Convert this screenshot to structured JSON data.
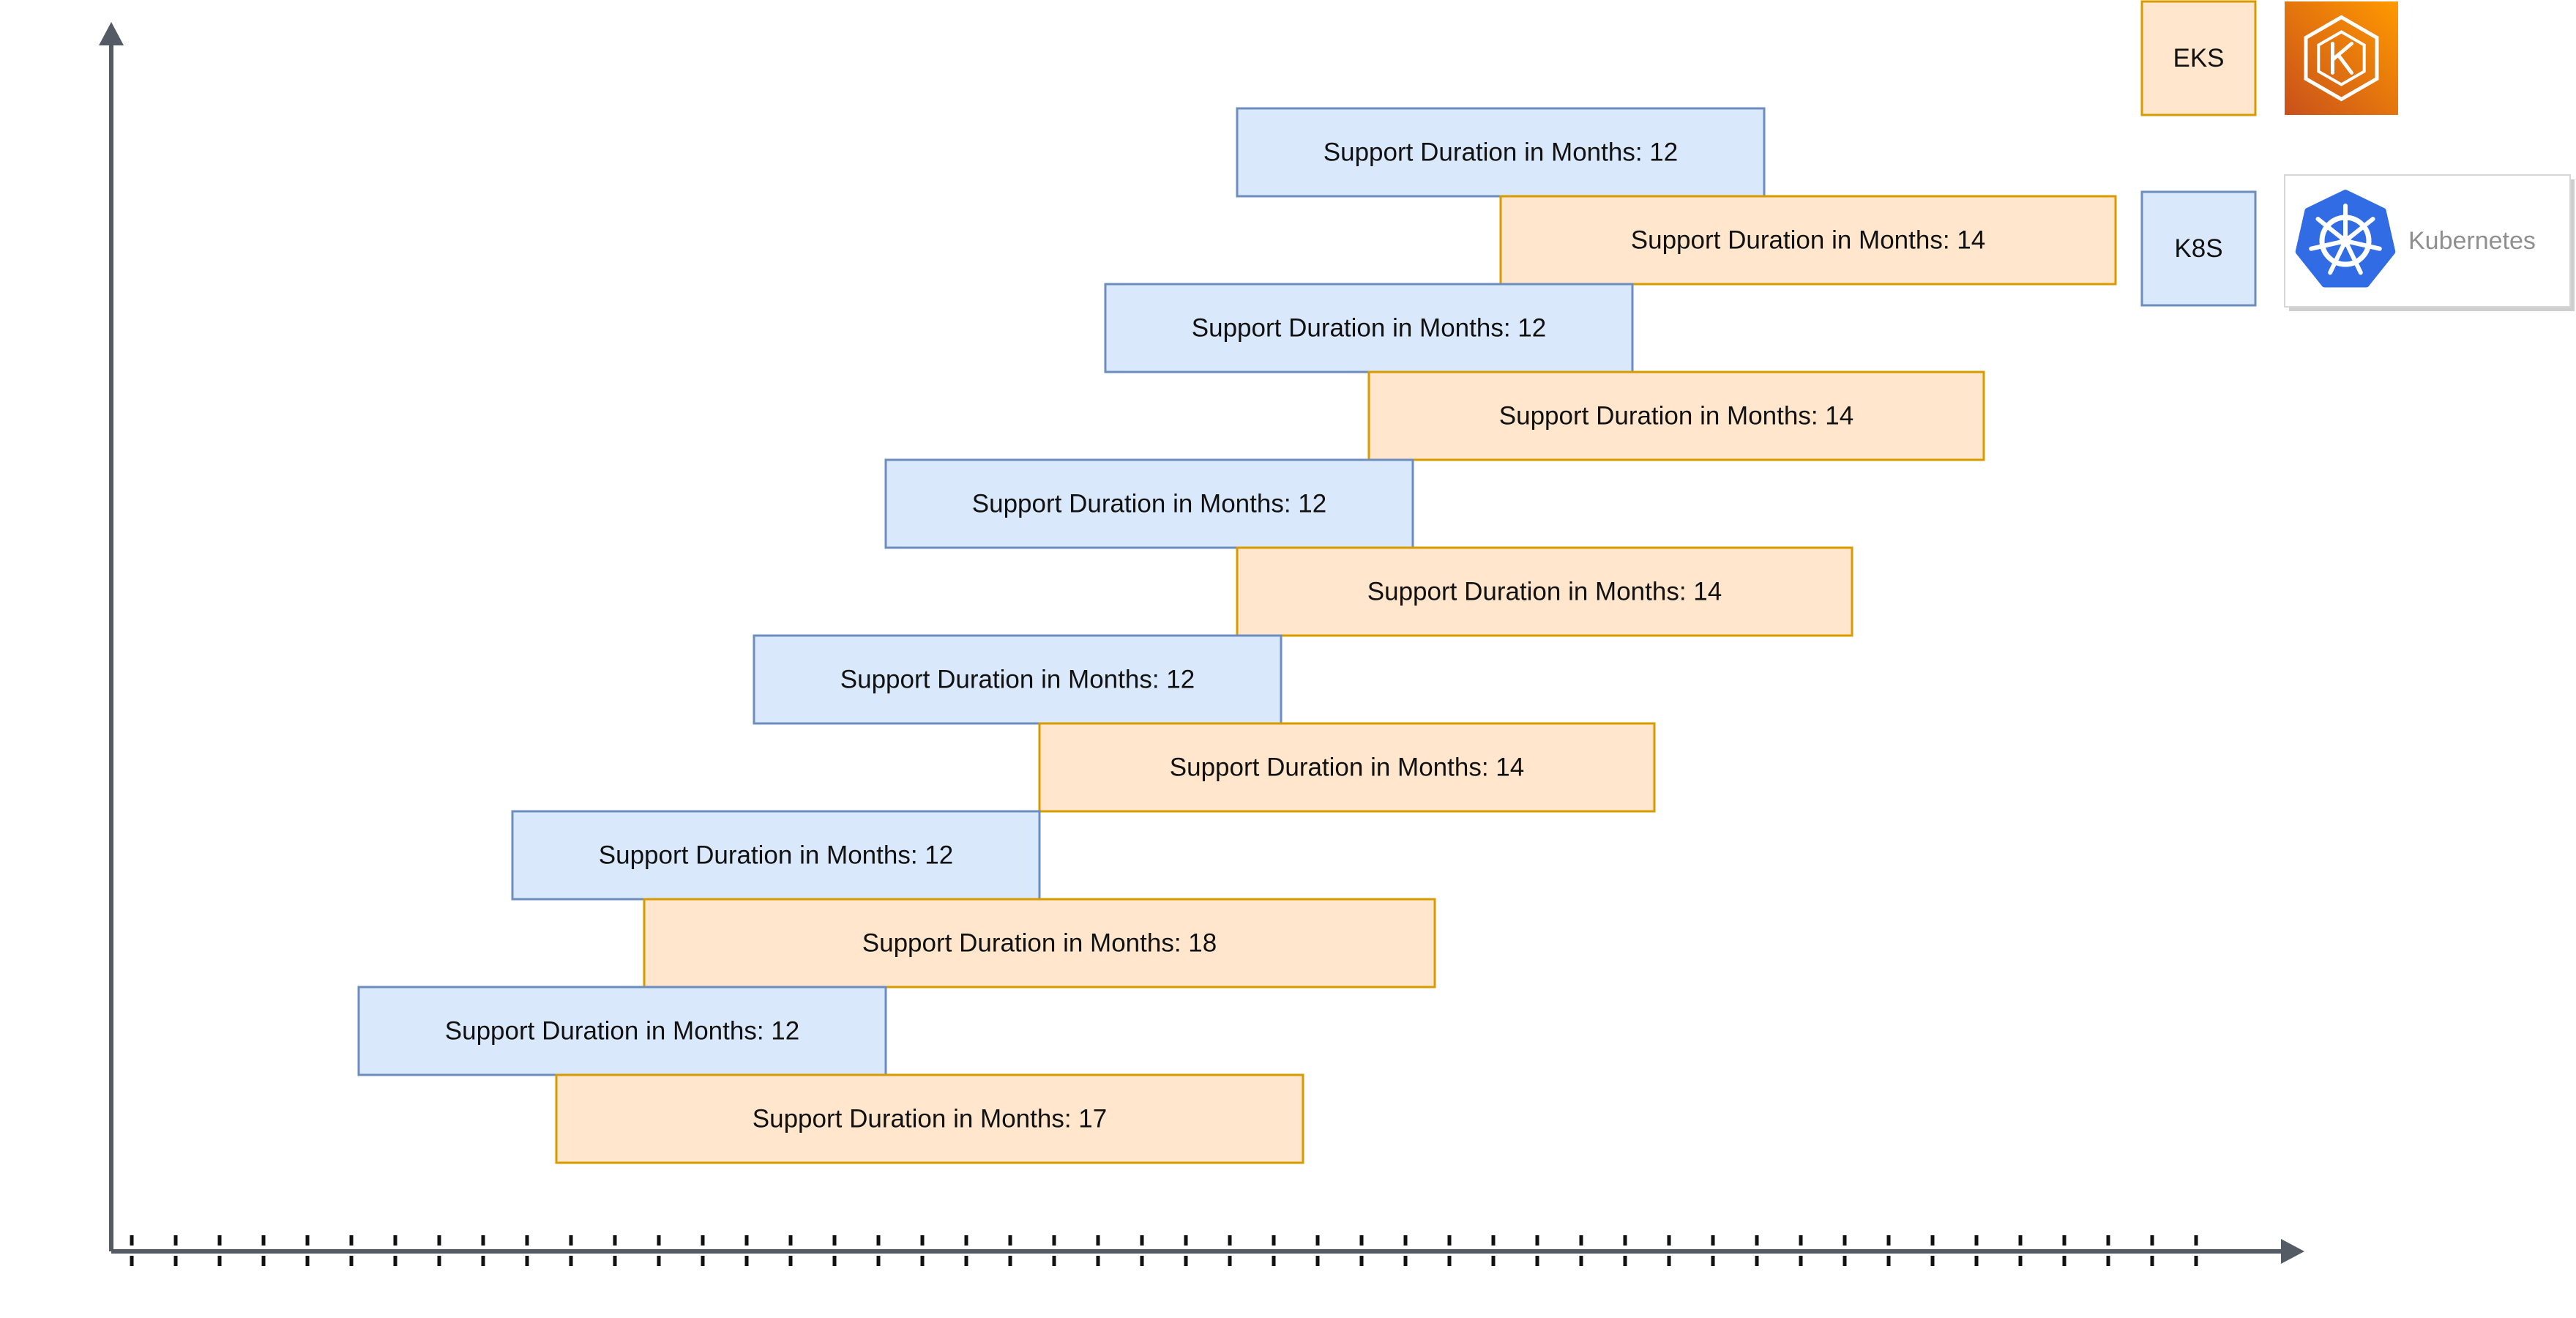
{
  "chart_data": {
    "type": "gantt",
    "title": "",
    "xlabel": "",
    "ylabel": "",
    "x_unit": "months",
    "x_axis": {
      "ticks": 48,
      "ticks_labeled": false,
      "arrow": true
    },
    "y_axis": {
      "arrow": true
    },
    "grid": false,
    "legend_position": "top-right",
    "legend": [
      {
        "key": "eks",
        "label": "EKS",
        "icon": "eks-logo-icon",
        "fill": "#ffe6cc",
        "stroke": "#d79b00"
      },
      {
        "key": "k8s",
        "label": "K8S",
        "icon": "kubernetes-logo-icon",
        "icon_text": "Kubernetes",
        "fill": "#dae8fc",
        "stroke": "#6c8ebf"
      }
    ],
    "series_styles": {
      "k8s": {
        "fill": "#dae8fc",
        "stroke": "#6c8ebf"
      },
      "eks": {
        "fill": "#ffe6cc",
        "stroke": "#d79b00"
      }
    },
    "bars": [
      {
        "series": "k8s",
        "start": 4.5,
        "duration": 12,
        "label": "Support Duration in Months: 12"
      },
      {
        "series": "eks",
        "start": 10.5,
        "duration": 14,
        "label": "Support Duration in Months: 14"
      },
      {
        "series": "k8s",
        "start": 1.5,
        "duration": 12,
        "label": "Support Duration in Months: 12"
      },
      {
        "series": "eks",
        "start": 7.5,
        "duration": 14,
        "label": "Support Duration in Months: 14"
      },
      {
        "series": "k8s",
        "start": -3.5,
        "duration": 12,
        "label": "Support Duration in Months: 12"
      },
      {
        "series": "eks",
        "start": 4.5,
        "duration": 14,
        "label": "Support Duration in Months: 14"
      },
      {
        "series": "k8s",
        "start": -6.5,
        "duration": 12,
        "label": "Support Duration in Months: 12"
      },
      {
        "series": "eks",
        "start": 0,
        "duration": 14,
        "label": "Support Duration in Months: 14"
      },
      {
        "series": "k8s",
        "start": -12,
        "duration": 12,
        "label": "Support Duration in Months: 12"
      },
      {
        "series": "eks",
        "start": -9,
        "duration": 18,
        "label": "Support Duration in Months: 18"
      },
      {
        "series": "k8s",
        "start": -15.5,
        "duration": 12,
        "label": "Support Duration in Months: 12"
      },
      {
        "series": "eks",
        "start": -11,
        "duration": 17,
        "label": "Support Duration in Months: 17"
      }
    ]
  }
}
